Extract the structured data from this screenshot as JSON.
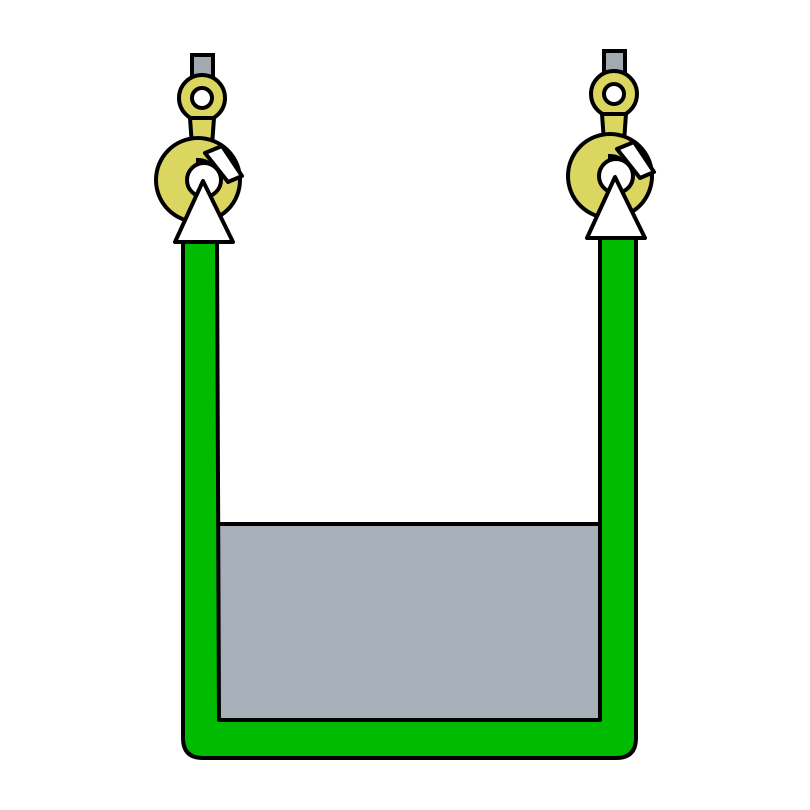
{
  "illustration": {
    "subject": "sling-lift",
    "colors": {
      "sling": "#00bb00",
      "load": "#a7b0b9",
      "hook": "#dbd660",
      "chain": "#a2a9b0",
      "outline": "#000000",
      "background": "#ffffff"
    },
    "hooks": [
      {
        "side": "left",
        "icon": "lifting-hook-icon"
      },
      {
        "side": "right",
        "icon": "lifting-hook-icon"
      }
    ],
    "load_icon": "load-block",
    "sling_icon": "round-sling"
  }
}
